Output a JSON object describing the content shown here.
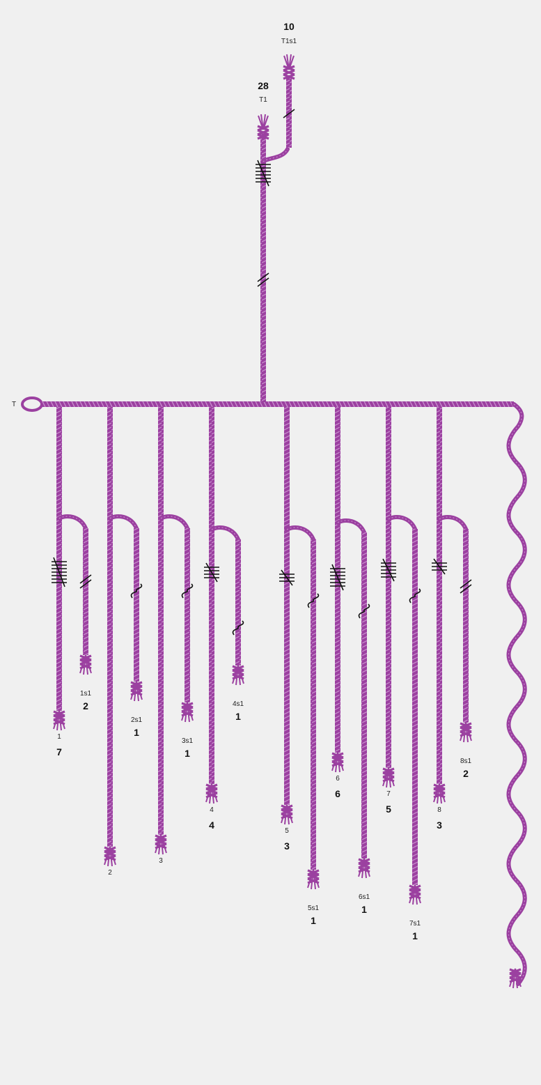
{
  "colors": {
    "cord": "#9b40a0",
    "cord_light": "#c68acb",
    "knot": "#111111",
    "background": "#f0f0f0"
  },
  "primary_label": "T",
  "top_cord": {
    "label": "T1",
    "value": "28",
    "knots": "long-6 at top, single-2 lower",
    "subsidiary": {
      "label": "T1s1",
      "value": "10",
      "knots": "single-1"
    }
  },
  "pendants": [
    {
      "label": "1",
      "value": "7",
      "sub": {
        "label": "1s1",
        "value": "2"
      }
    },
    {
      "label": "2",
      "value": "",
      "sub": {
        "label": "2s1",
        "value": "1"
      }
    },
    {
      "label": "3",
      "value": "",
      "sub": {
        "label": "3s1",
        "value": "1"
      }
    },
    {
      "label": "4",
      "value": "4",
      "sub": {
        "label": "4s1",
        "value": "1"
      }
    },
    {
      "label": "5",
      "value": "3",
      "sub": {
        "label": "5s1",
        "value": "1"
      }
    },
    {
      "label": "6",
      "value": "6",
      "sub": {
        "label": "6s1",
        "value": "1"
      }
    },
    {
      "label": "7",
      "value": "5",
      "sub": {
        "label": "7s1",
        "value": "1"
      }
    },
    {
      "label": "8",
      "value": "3",
      "sub": {
        "label": "8s1",
        "value": "2"
      }
    }
  ],
  "end_cord": {
    "type": "wavy-tail"
  }
}
